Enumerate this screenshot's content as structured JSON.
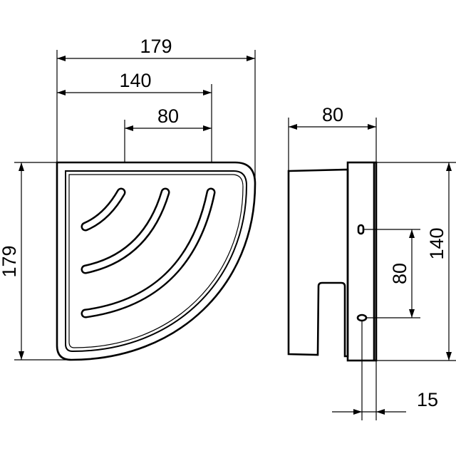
{
  "front_view": {
    "dim_overall_width": "179",
    "dim_inner_width": "140",
    "dim_slot_width": "80",
    "dim_overall_height": "179"
  },
  "side_view": {
    "dim_depth": "80",
    "dim_height": "140",
    "dim_hole_spacing": "80",
    "dim_plate_thickness": "15"
  }
}
